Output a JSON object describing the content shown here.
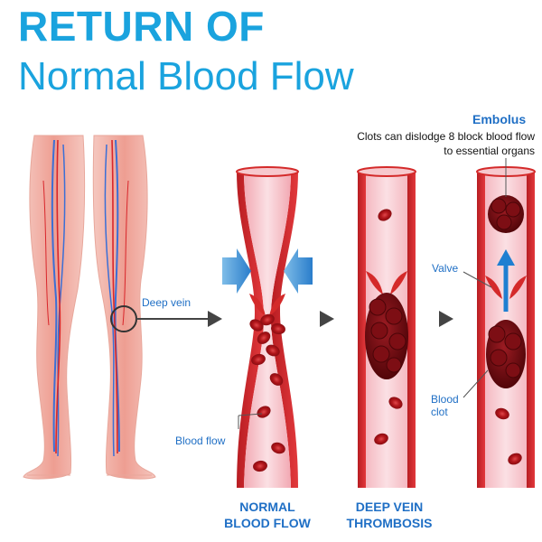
{
  "title": {
    "line1": "RETURN OF",
    "line2": "Normal Blood Flow"
  },
  "labels": {
    "deep_vein": "Deep vein",
    "blood_flow": "Blood flow",
    "valve": "Valve",
    "blood_clot_line1": "Blood",
    "blood_clot_line2": "clot",
    "embolus": "Embolus",
    "embolus_desc": "Clots can dislodge 8 block blood flow to essential organs"
  },
  "captions": {
    "normal_line1": "NORMAL",
    "normal_line2": "BLOOD FLOW",
    "dvt_line1": "DEEP VEIN",
    "dvt_line2": "THROMBOSIS"
  },
  "colors": {
    "title": "#1aa3de",
    "caption": "#1f6fc5",
    "vessel_wall": "#d42a2a",
    "vessel_lumen": "#f7c8cd",
    "blood_cell": "#c0181d",
    "clot": "#6e0d12",
    "arrow": "#555555",
    "flow_arrow": "#1f7fd1"
  },
  "icons": [
    "compression-arrow-icon",
    "flow-up-arrow-icon",
    "step-arrow-icon",
    "magnifier-circle-icon"
  ]
}
